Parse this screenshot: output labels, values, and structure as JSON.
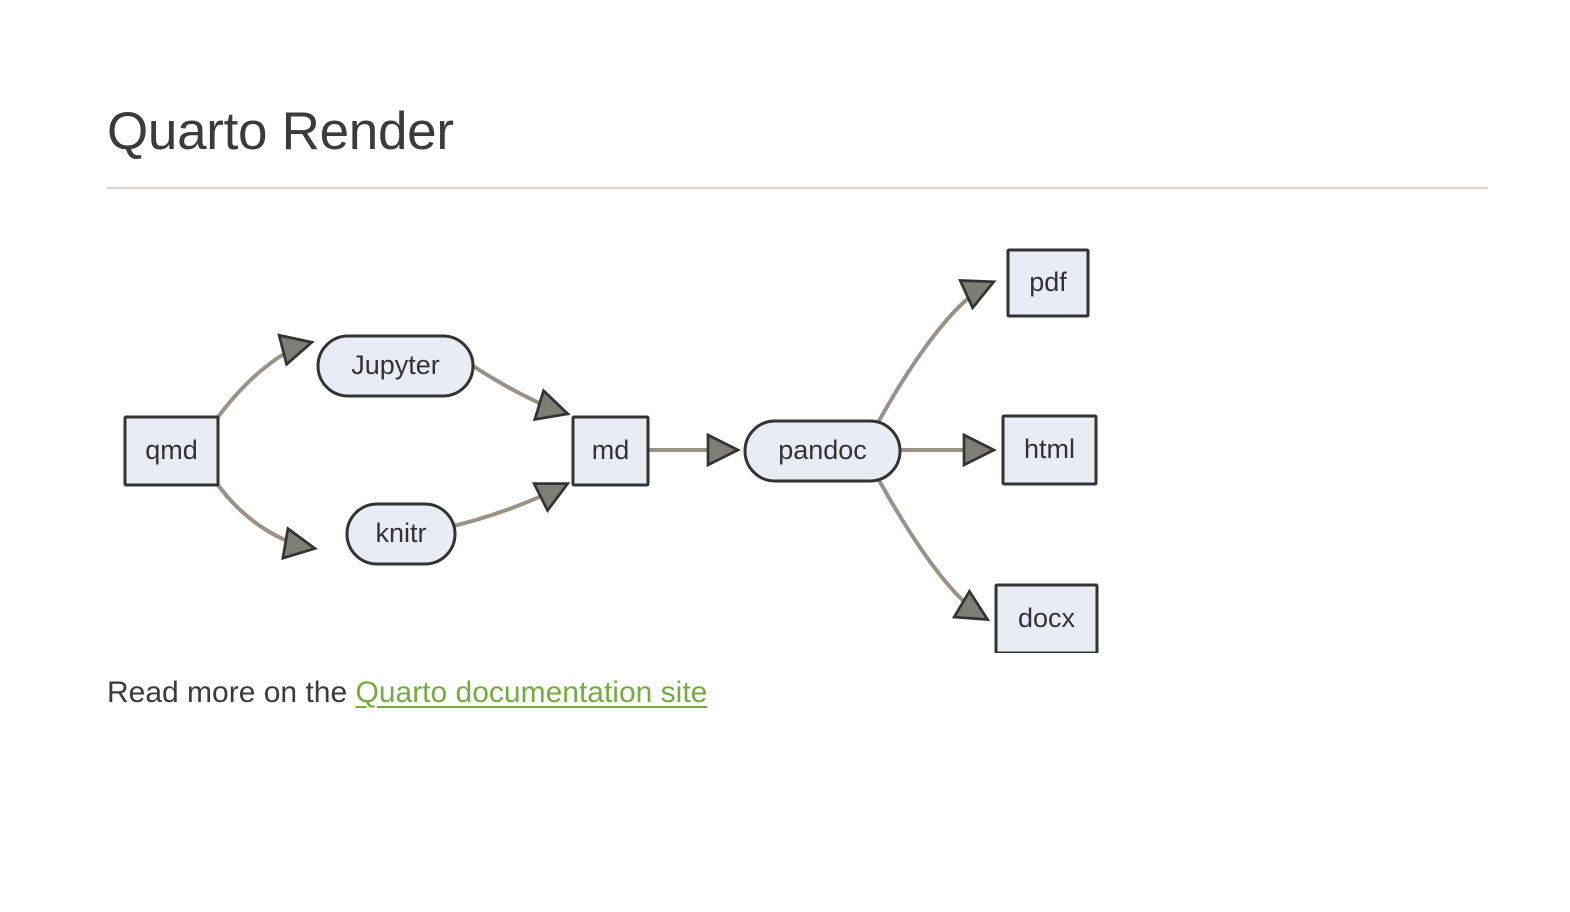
{
  "page": {
    "title": "Quarto Render",
    "background_color": "#ffffff",
    "text_color": "#3b3b3b",
    "rule_color": "#ddd3c8"
  },
  "footer": {
    "prefix_text": "Read more on the ",
    "link_text": "Quarto documentation site",
    "link_color": "#75ab41"
  },
  "diagram": {
    "type": "flowchart",
    "direction": "left-to-right",
    "node_fill": "#e8ecf4",
    "node_stroke": "#333333",
    "edge_color": "#999287",
    "arrow_fill": "#7f7d74",
    "nodes": [
      {
        "id": "qmd",
        "label": "qmd",
        "shape": "rect"
      },
      {
        "id": "jupyter",
        "label": "Jupyter",
        "shape": "stadium"
      },
      {
        "id": "knitr",
        "label": "knitr",
        "shape": "stadium"
      },
      {
        "id": "md",
        "label": "md",
        "shape": "rect"
      },
      {
        "id": "pandoc",
        "label": "pandoc",
        "shape": "stadium"
      },
      {
        "id": "pdf",
        "label": "pdf",
        "shape": "rect"
      },
      {
        "id": "html",
        "label": "html",
        "shape": "rect"
      },
      {
        "id": "docx",
        "label": "docx",
        "shape": "rect"
      }
    ],
    "edges": [
      {
        "from": "qmd",
        "to": "jupyter"
      },
      {
        "from": "qmd",
        "to": "knitr"
      },
      {
        "from": "jupyter",
        "to": "md"
      },
      {
        "from": "knitr",
        "to": "md"
      },
      {
        "from": "md",
        "to": "pandoc"
      },
      {
        "from": "pandoc",
        "to": "pdf"
      },
      {
        "from": "pandoc",
        "to": "html"
      },
      {
        "from": "pandoc",
        "to": "docx"
      }
    ]
  }
}
